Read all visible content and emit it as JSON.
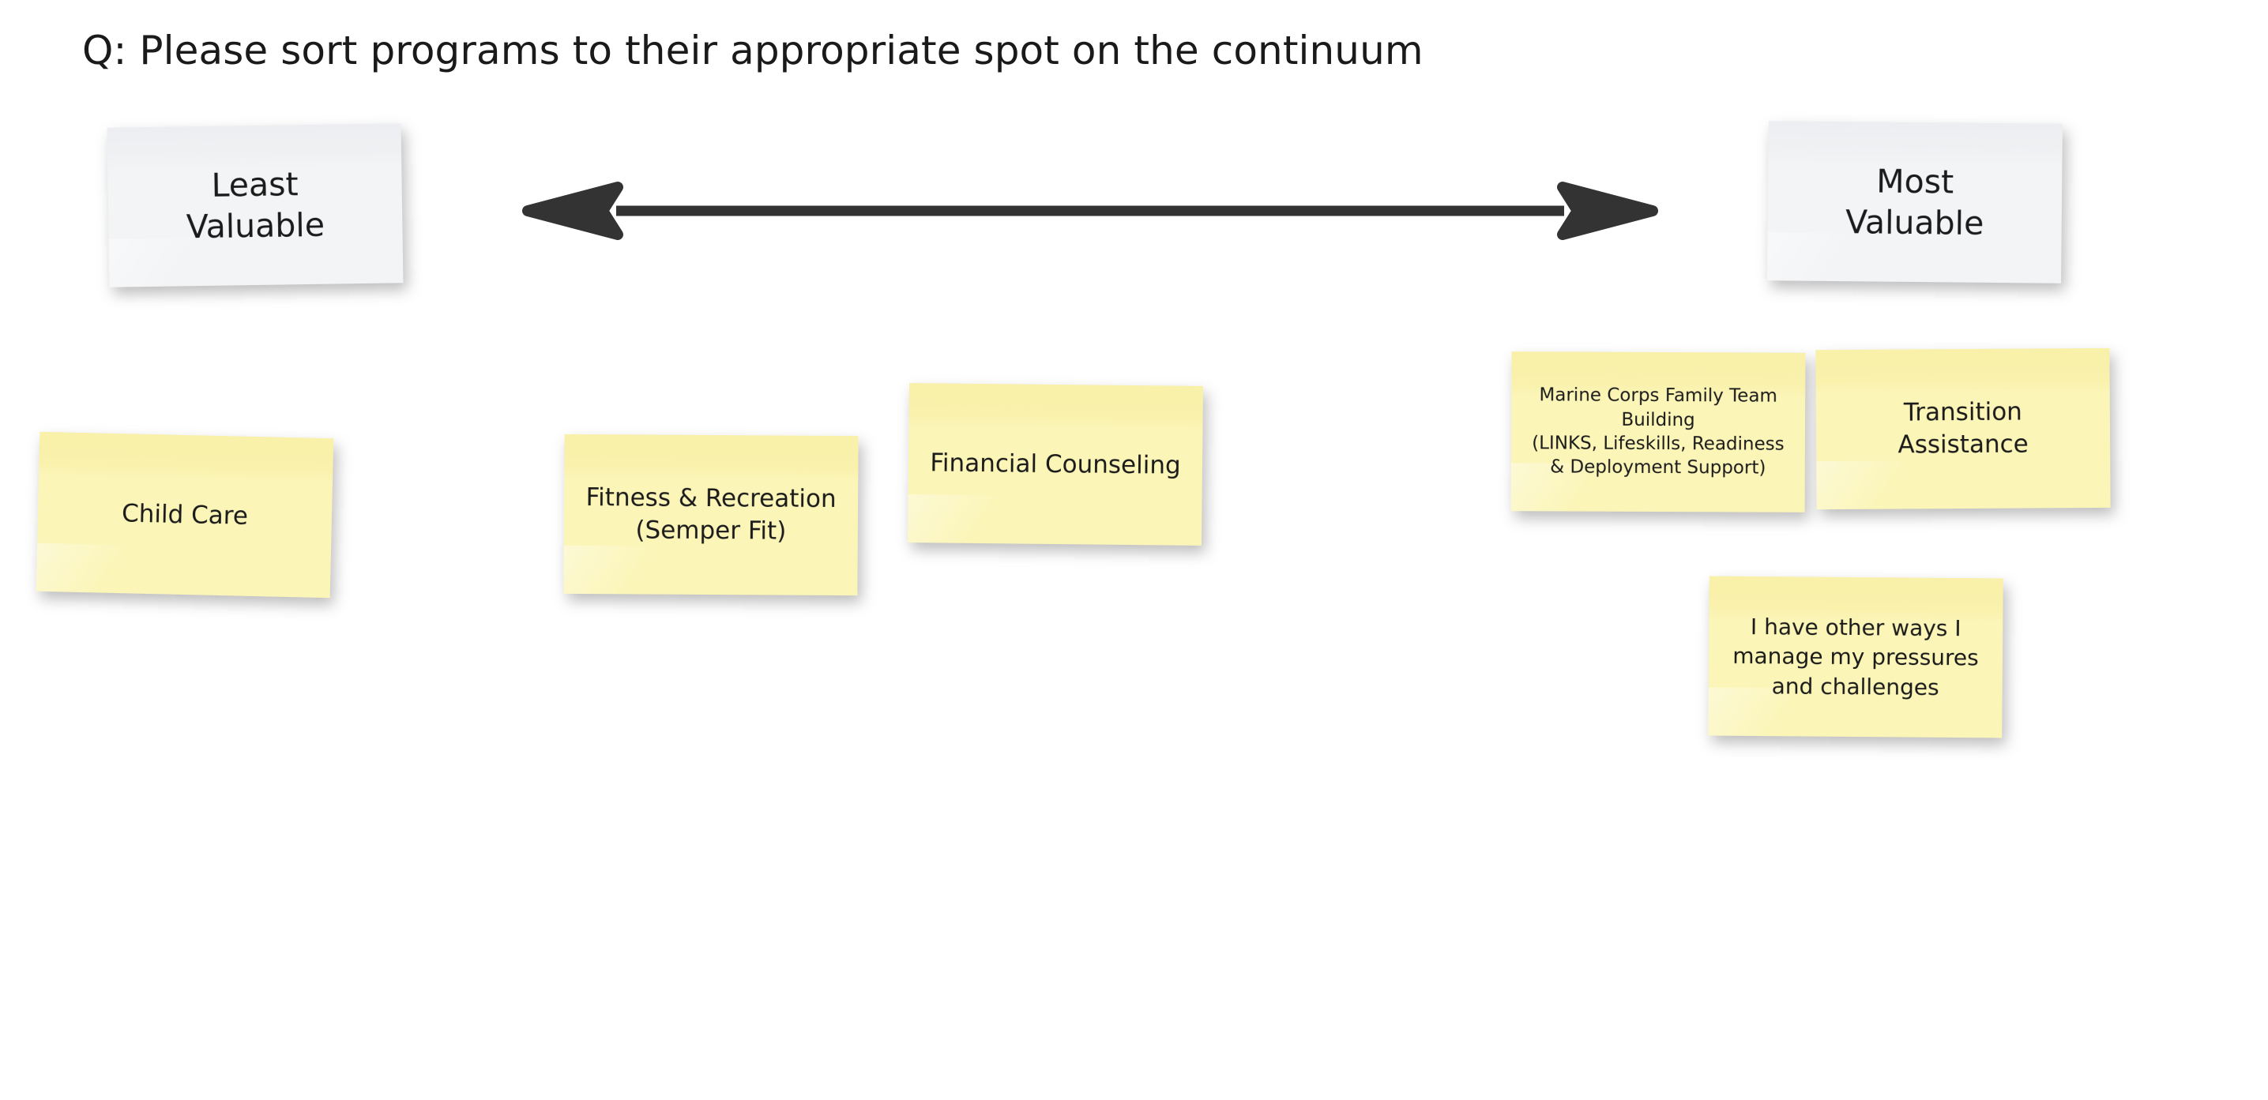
{
  "page": {
    "title": "Q: Please sort programs to their appropriate spot on the continuum",
    "background_color": "#ffffff"
  },
  "continuum": {
    "arrow": {
      "icon": "double-headed-arrow-icon",
      "color": "#333333",
      "direction": "horizontal-bidirectional"
    },
    "left_anchor": {
      "label": "Least\nValuable",
      "color": "#f3f4f6"
    },
    "right_anchor": {
      "label": "Most\nValuable",
      "color": "#f3f4f6"
    }
  },
  "notes": [
    {
      "id": "child-care",
      "label": "Child Care",
      "color": "#fbf5b7"
    },
    {
      "id": "fitness-recreation",
      "label": "Fitness & Recreation\n(Semper Fit)",
      "color": "#fbf5b7"
    },
    {
      "id": "financial-counseling",
      "label": "Financial Counseling",
      "color": "#fbf5b7"
    },
    {
      "id": "marine-corps-family-team-building",
      "label": "Marine Corps Family Team\nBuilding\n(LINKS, Lifeskills, Readiness\n& Deployment Support)",
      "color": "#fbf5b7"
    },
    {
      "id": "transition-assistance",
      "label": "Transition\nAssistance",
      "color": "#fbf5b7"
    },
    {
      "id": "other-ways",
      "label": "I have other ways I\nmanage my pressures\nand challenges",
      "color": "#fbf5b7"
    }
  ]
}
